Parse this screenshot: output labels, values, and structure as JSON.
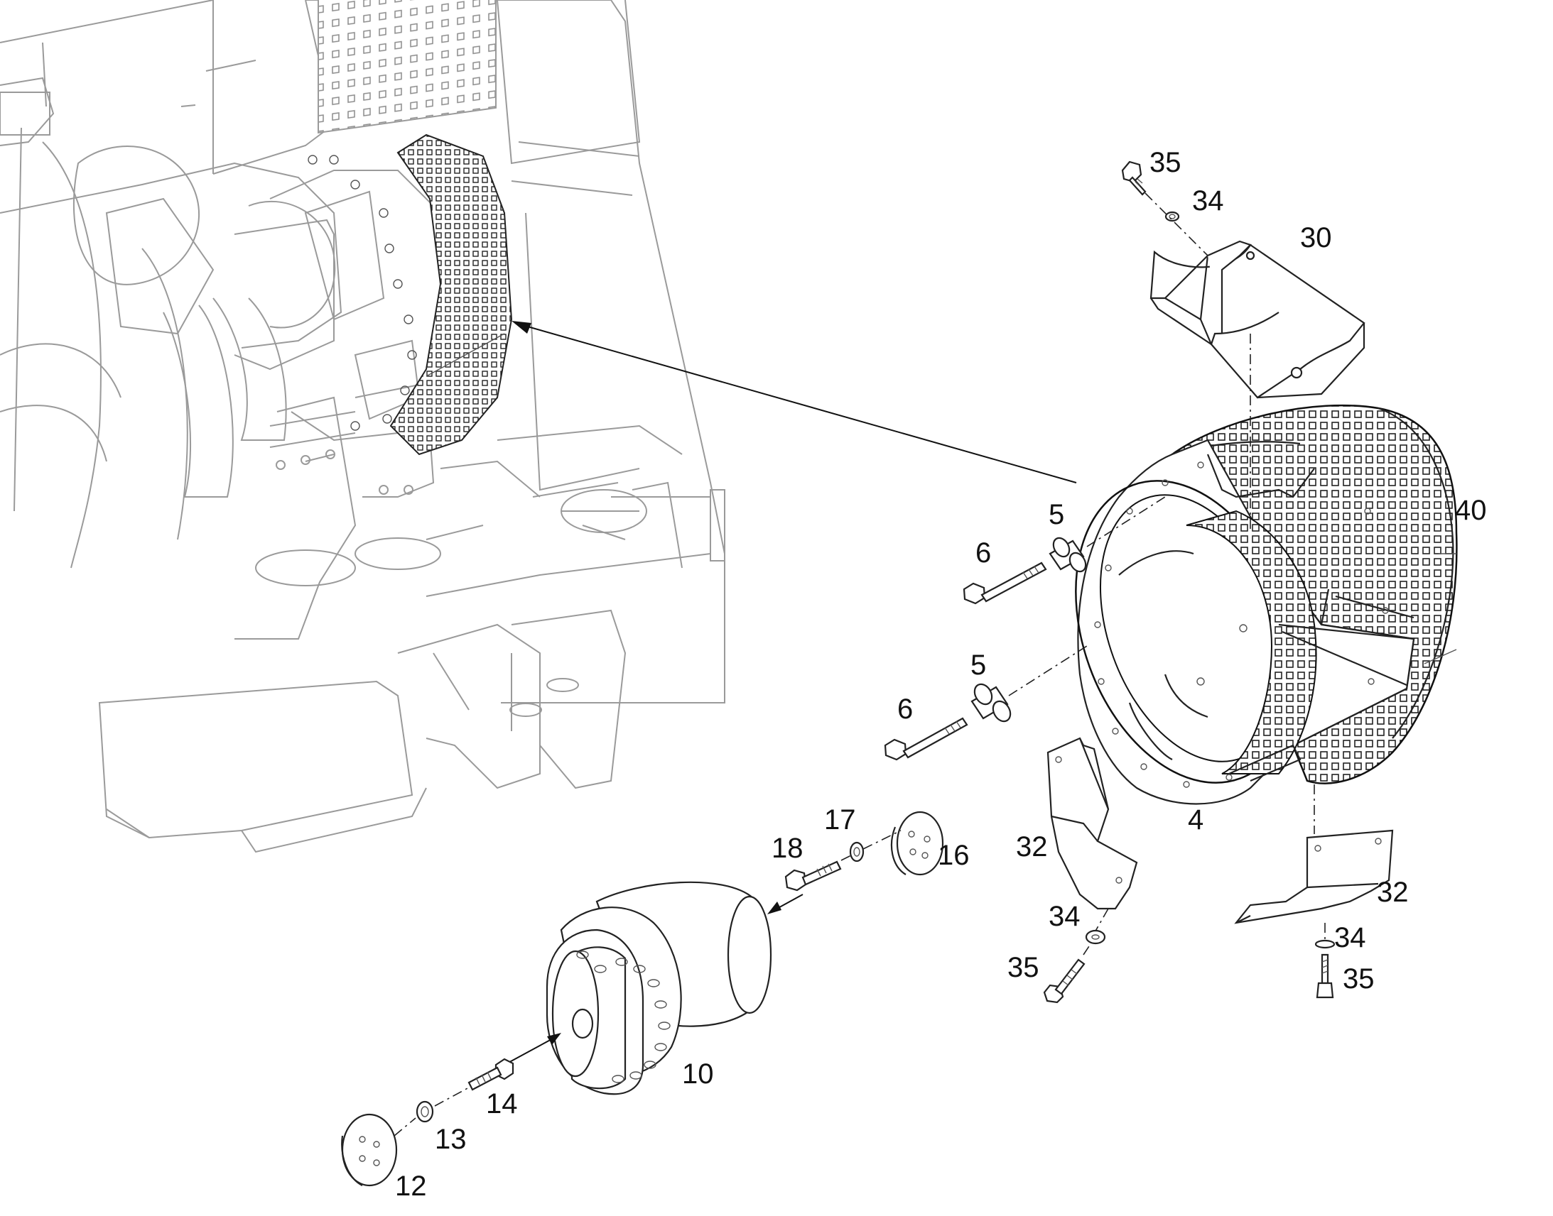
{
  "callouts": {
    "c35a": "35",
    "c34a": "34",
    "c30": "30",
    "c40": "40",
    "c5a": "5",
    "c6a": "6",
    "c5b": "5",
    "c6b": "6",
    "c4": "4",
    "c32a": "32",
    "c32b": "32",
    "c34b": "34",
    "c35b": "35",
    "c34c": "34",
    "c35c": "35",
    "c18": "18",
    "c17": "17",
    "c16": "16",
    "c10": "10",
    "c14": "14",
    "c13": "13",
    "c12": "12"
  }
}
